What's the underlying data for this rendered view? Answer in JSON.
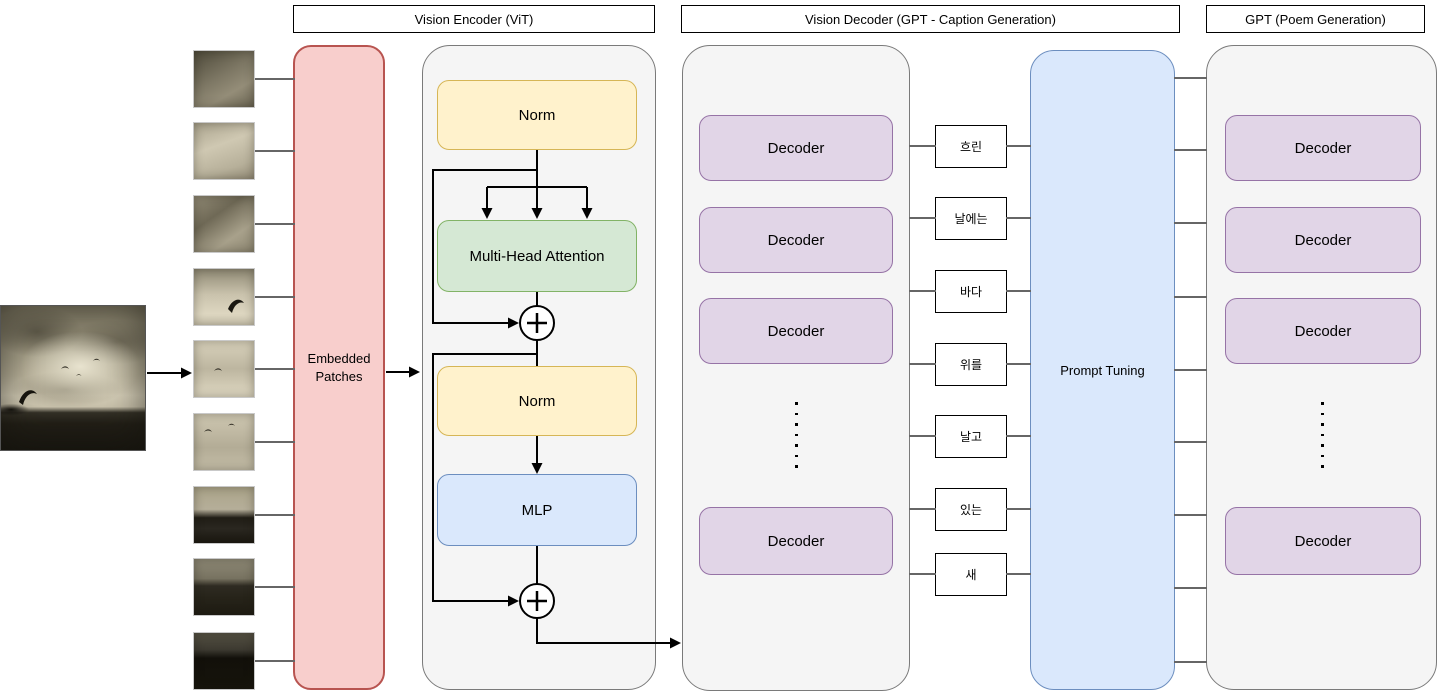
{
  "titles": {
    "vision_encoder": "Vision Encoder (ViT)",
    "vision_decoder": "Vision Decoder (GPT - Caption Generation)",
    "gpt": "GPT (Poem Generation)"
  },
  "embedded_patches_label": "Embedded Patches",
  "vit": {
    "norm1": "Norm",
    "multi_head_attention": "Multi-Head Attention",
    "norm2": "Norm",
    "mlp": "MLP",
    "add_symbol": "+"
  },
  "vision_decoder": {
    "decoders": [
      "Decoder",
      "Decoder",
      "Decoder",
      "Decoder"
    ]
  },
  "caption_tokens": [
    "흐린",
    "날에는",
    "바다",
    "위를",
    "날고",
    "있는",
    "새"
  ],
  "prompt_tuning_label": "Prompt Tuning",
  "gpt_panel": {
    "decoders": [
      "Decoder",
      "Decoder",
      "Decoder",
      "Decoder"
    ]
  },
  "icons": {
    "add_icon": "+",
    "ellipsis_icon": "vertical-dots"
  },
  "colors": {
    "panel_fill": "#f5f5f5",
    "panel_border": "#7a7a7a",
    "embedded_patches_fill": "#f8cecc",
    "embedded_patches_border": "#b85450",
    "norm_fill": "#fff2cc",
    "norm_border": "#d6b656",
    "attention_fill": "#d5e8d4",
    "attention_border": "#82b366",
    "mlp_fill": "#dae8fc",
    "mlp_border": "#6c8ebf",
    "decoder_fill": "#e1d5e7",
    "decoder_border": "#9673a6",
    "prompt_tuning_fill": "#dae8fc",
    "prompt_tuning_border": "#6c8ebf",
    "connector_gray": "#666666",
    "arrow_black": "#000000"
  }
}
